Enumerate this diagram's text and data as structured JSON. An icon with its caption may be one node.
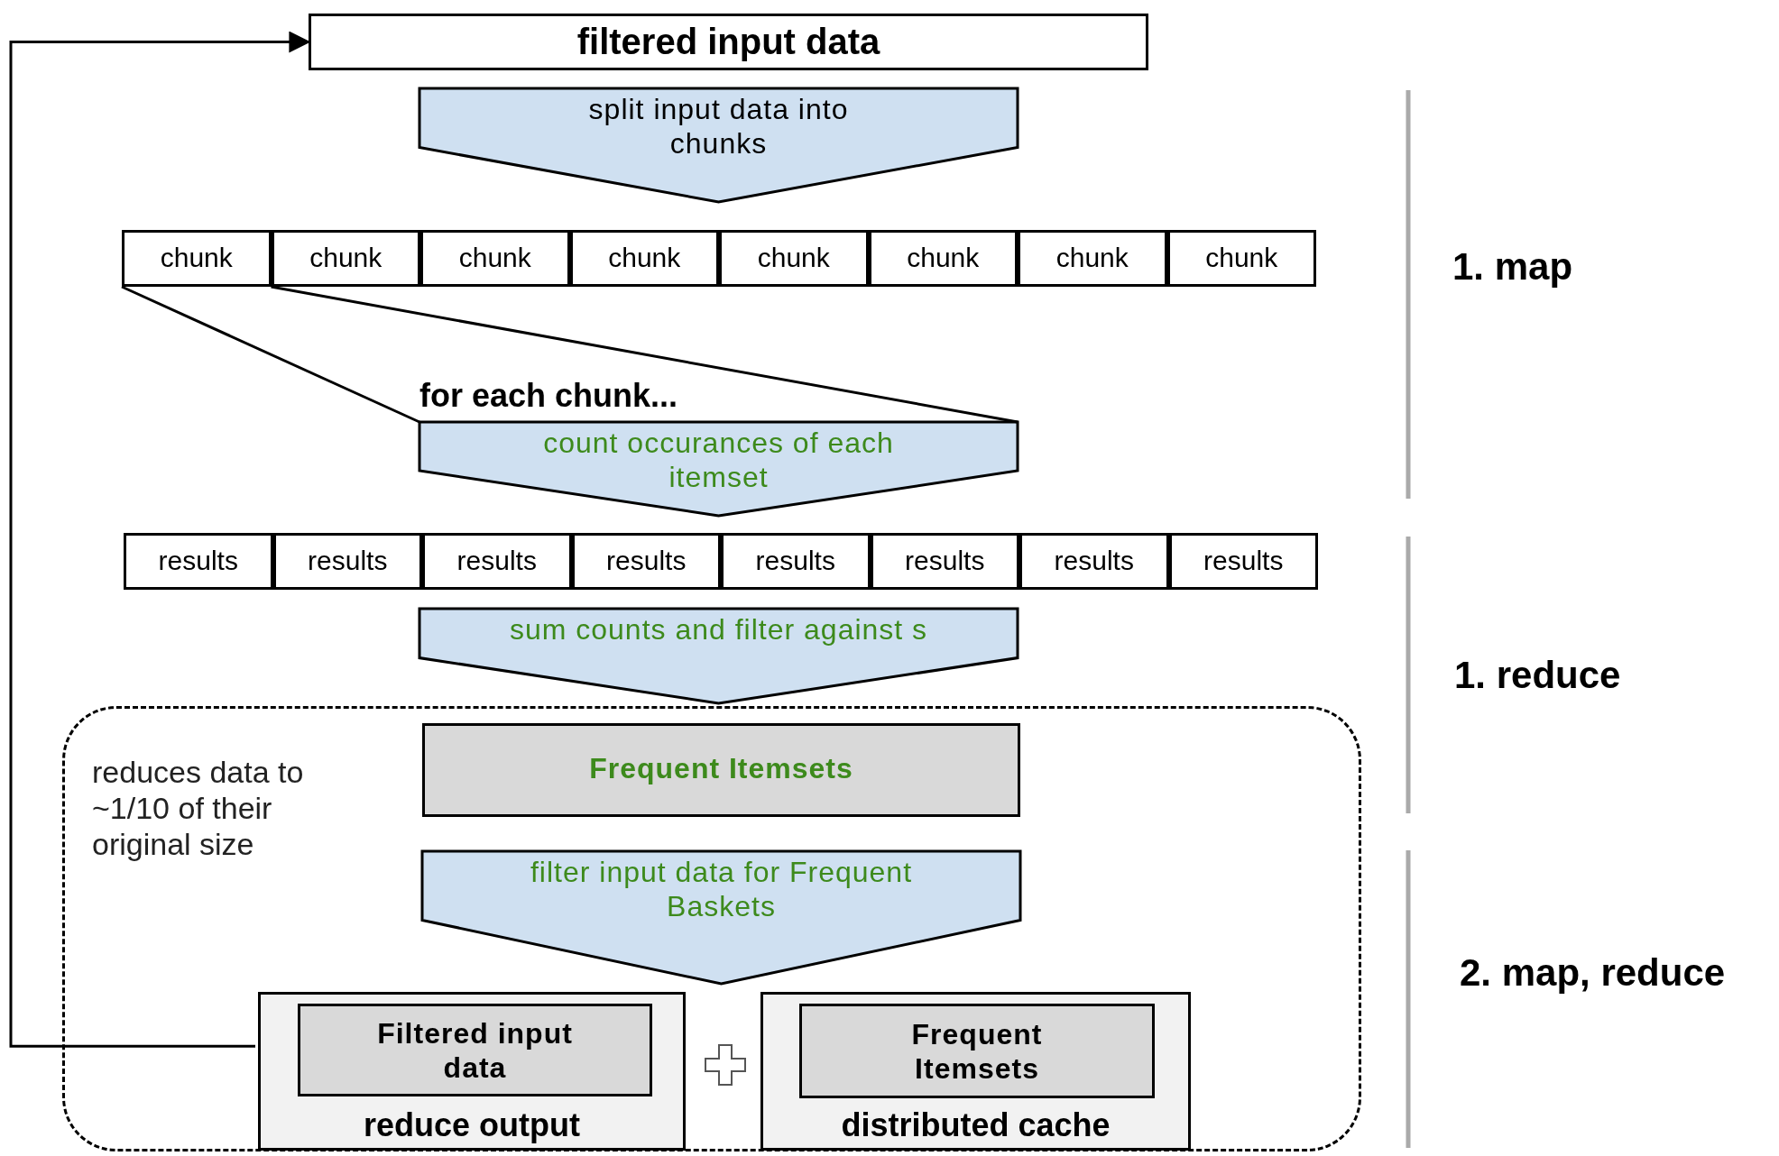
{
  "diagram": {
    "nodes": [
      {
        "text": [
          "filtered input data"
        ]
      },
      {
        "text": [
          "split input data into chunks"
        ]
      },
      {
        "text": [
          "chunk"
        ]
      },
      {
        "text": [
          "chunk"
        ]
      },
      {
        "text": [
          "chunk"
        ]
      },
      {
        "text": [
          "chunk"
        ]
      },
      {
        "text": [
          "chunk"
        ]
      },
      {
        "text": [
          "chunk"
        ]
      },
      {
        "text": [
          "chunk"
        ]
      },
      {
        "text": [
          "chunk"
        ]
      },
      {
        "text": [
          "for each chunk...",
          "count occurances of each itemset"
        ]
      },
      {
        "text": [
          "results"
        ]
      },
      {
        "text": [
          "results"
        ]
      },
      {
        "text": [
          "results"
        ]
      },
      {
        "text": [
          "results"
        ]
      },
      {
        "text": [
          "results"
        ]
      },
      {
        "text": [
          "results"
        ]
      },
      {
        "text": [
          "results"
        ]
      },
      {
        "text": [
          "results"
        ]
      },
      {
        "text": [
          "sum counts and filter against s"
        ]
      },
      {
        "text": [
          "reduces data to ~1/10 of their original size"
        ]
      },
      {
        "text": [
          "Frequent Itemsets"
        ],
        "in": 20
      },
      {
        "text": [
          "filter input data for Frequent Baskets"
        ],
        "in": 20
      },
      {
        "text": [
          "reduce output"
        ],
        "in": 20
      },
      {
        "text": [
          "Filtered input data"
        ],
        "in": 23
      },
      {
        "text": [
          "distributed cache"
        ],
        "in": 20
      },
      {
        "text": [
          "Frequent Itemsets"
        ],
        "in": 25
      }
    ],
    "edges": [
      {
        "from": 23,
        "to": 0,
        "arrow": "to"
      },
      {
        "from": 2,
        "to": 10,
        "arrow": "none"
      },
      {
        "from": 2,
        "to": 10,
        "arrow": "none"
      }
    ],
    "labels": [
      "1. map",
      "1. reduce",
      "2. map, reduce"
    ]
  }
}
